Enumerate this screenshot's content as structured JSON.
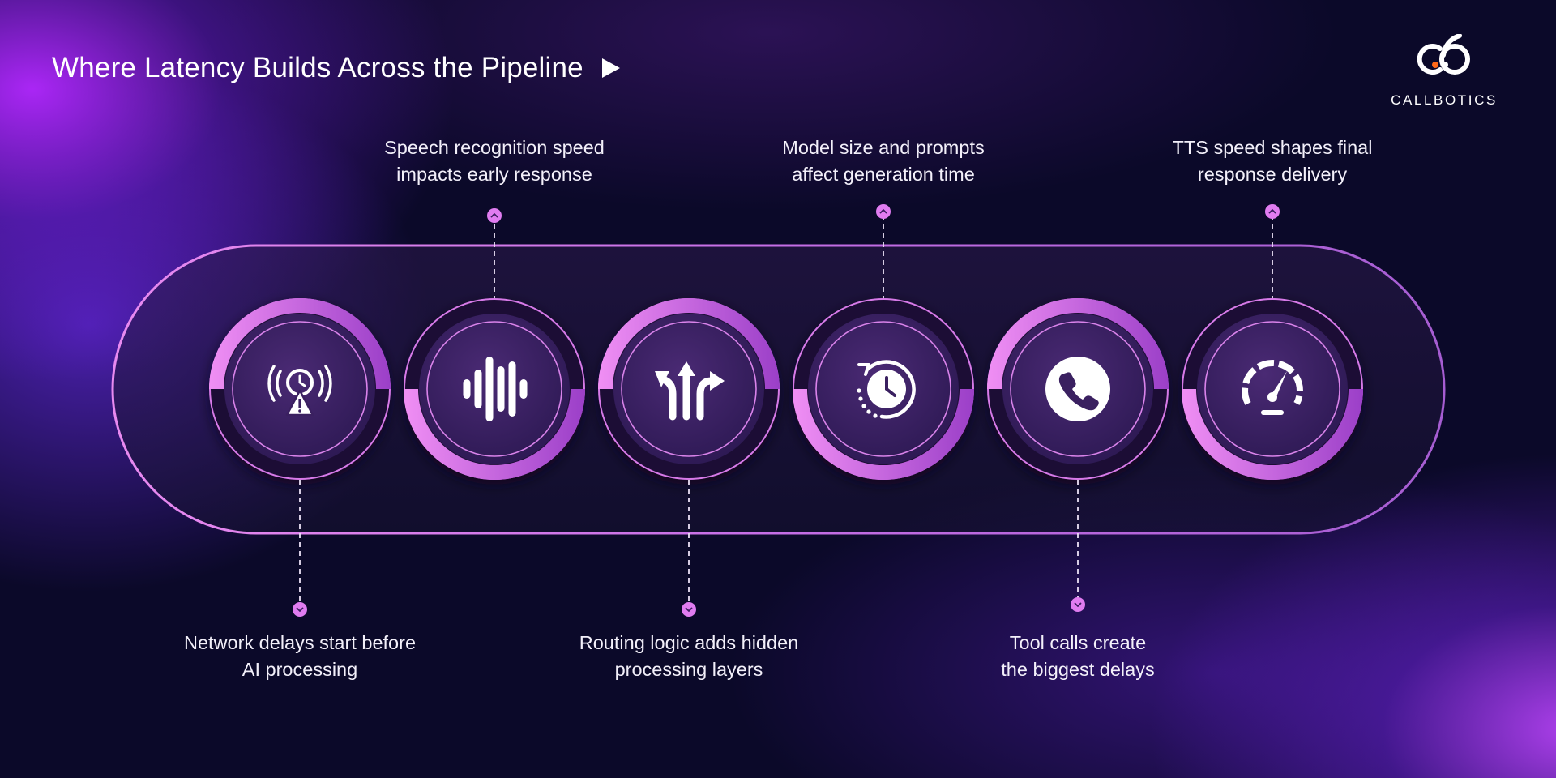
{
  "header": {
    "title": "Where Latency Builds Across the Pipeline",
    "title_icon": "play-triangle-icon"
  },
  "brand": {
    "name": "CALLBOTICS",
    "logo_icon": "callbotics-bot-logo"
  },
  "colors": {
    "background": "#0b0929",
    "accent_pink": "#e07cf0",
    "ring_gradient_start": "#ee8cf2",
    "ring_gradient_end": "#9a3fc8",
    "logo_orange": "#ff6a1a"
  },
  "stages": [
    {
      "icon": "network-alert-clock-icon",
      "caption": "Network delays start before\nAI processing",
      "caption_position": "below",
      "ring_open_side": "bottom"
    },
    {
      "icon": "sound-wave-icon",
      "caption": "Speech recognition speed\nimpacts early response",
      "caption_position": "above",
      "ring_open_side": "top"
    },
    {
      "icon": "routing-arrows-icon",
      "caption": "Routing logic adds hidden\nprocessing layers",
      "caption_position": "below",
      "ring_open_side": "bottom"
    },
    {
      "icon": "clock-history-icon",
      "caption": "Model size and prompts\naffect generation time",
      "caption_position": "above",
      "ring_open_side": "top"
    },
    {
      "icon": "phone-call-icon",
      "caption": "Tool calls create\nthe biggest delays",
      "caption_position": "below",
      "ring_open_side": "bottom"
    },
    {
      "icon": "speedometer-icon",
      "caption": "TTS speed shapes final\nresponse delivery",
      "caption_position": "above",
      "ring_open_side": "top"
    }
  ]
}
